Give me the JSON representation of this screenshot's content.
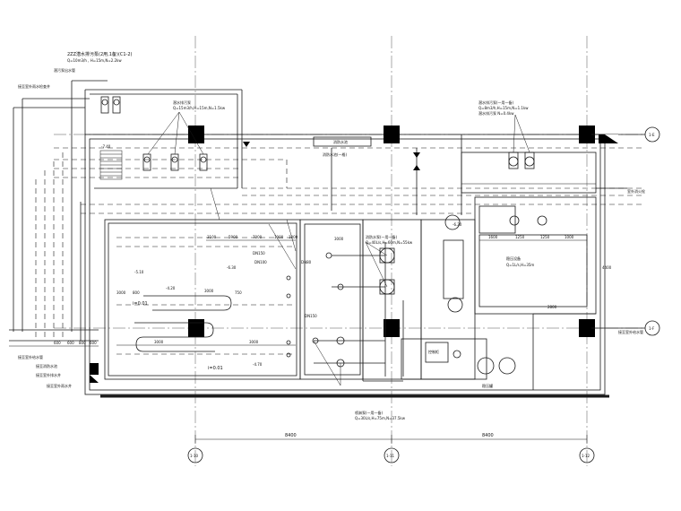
{
  "notes": {
    "top_left_line1": "2ZZ潜水排污泵(2用,1备)(C1-2)",
    "top_left_line2": "Q=10m3/h , H=15m,N=2.2kw",
    "pump_note_mid": "潜水排污泵",
    "pump_note_mid_spec": "Q=15m3/h,H=15m,N=1.5kw",
    "top_right_line1": "潜水排污泵(一用一备)",
    "top_right_line2": "Q=8m3/h,H=15m,N=1.1kw",
    "top_right_line3": "潜水排污泵 N=0.4kw",
    "top_left_leader1": "潜污泵出水管",
    "top_left_leader2": "接至室外雨水检查井",
    "room_label": "消防水池",
    "room_sub": "消防水池(一格)",
    "pipe_right_top": "室外消火栓",
    "pipe_right_mid": "接至室外给水管",
    "elev_mid": "-7.40",
    "elev_2": "-6.30",
    "elev_3": "-6.20",
    "elev_4": "-5.10",
    "elev_5": "-4.70",
    "elev_6": "-4.20",
    "slope_1": "i=0.01",
    "slope_2": "i=0.01",
    "dn_1": "DN150",
    "dn_2": "DN100",
    "dn_3": "DN80",
    "dn_4": "DN150",
    "pump_main_note": "消防水泵(一用一备)",
    "pump_main_spec": "Q=40L/s,H=60m,N=55kw",
    "bottom_note": "喷淋泵(一用一备)",
    "bottom_spec": "Q=30L/s,H=75m,N=37.5kw",
    "right_equipment": "稳压设备",
    "right_equipment_spec": "Q=1L/s,H=35m",
    "right_tank": "稳压罐",
    "right_box": "控制柜",
    "left_labels": [
      "接至室外给水管",
      "接至消防水池",
      "接至室外排水井",
      "接至室外雨水井"
    ],
    "dim_left_row": [
      "600",
      "600",
      "800",
      "600"
    ],
    "dim_bottom_row": [
      "3000",
      "3000",
      "3000"
    ],
    "dim_inner_top": [
      "3100",
      "5900",
      "7000",
      "1000",
      "3000",
      "1000"
    ],
    "dim_right_top": [
      "1600",
      "1250",
      "1250",
      "1000"
    ],
    "dim_right_2": "2800",
    "dim_misc": [
      "3000",
      "800",
      "4400",
      "750"
    ]
  },
  "grid": {
    "span_left": "8400",
    "span_right": "8400",
    "axis_labels": [
      "1-10",
      "1-11",
      "1-12"
    ],
    "right_axis_labels": [
      "1-E",
      "1-F"
    ]
  }
}
